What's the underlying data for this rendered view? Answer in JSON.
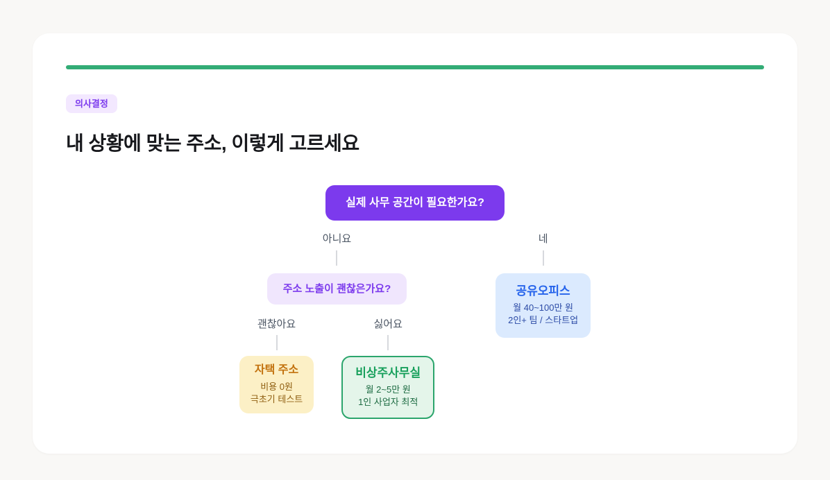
{
  "badge": {
    "label": "의사결정"
  },
  "heading": "내 상황에 맞는 주소, 이렇게 고르세요",
  "decision_tree": {
    "root_question": "실제 사무 공간이 필요한가요?",
    "no_branch": {
      "answer_label": "아니요",
      "question": "주소 노출이 괜찮은가요?",
      "ok_branch": {
        "answer_label": "괜찮아요",
        "result": {
          "title": "자택 주소",
          "detail1": "비용 0원",
          "detail2": "극초기 테스트"
        }
      },
      "dislike_branch": {
        "answer_label": "싫어요",
        "result": {
          "title": "비상주사무실",
          "detail1": "월 2~5만 원",
          "detail2": "1인 사업자 최적"
        }
      }
    },
    "yes_branch": {
      "answer_label": "네",
      "result": {
        "title": "공유오피스",
        "detail1": "월 40~100만 원",
        "detail2": "2인+ 팀 / 스타트업"
      }
    }
  },
  "colors": {
    "page_background": "#f9f8f6",
    "card_background": "#ffffff",
    "accent_bar": "#33ac76",
    "badge_bg": "#f3e8ff",
    "badge_text": "#7c3aed",
    "root_node_bg": "#7c3aed",
    "root_node_text": "#ffffff",
    "question_node_bg": "#f0e6fd",
    "question_node_text": "#7c3aed",
    "answer_label_text": "#4b5563",
    "connector_line": "#d7d9dd",
    "shared_office_bg": "#dbeafe",
    "shared_office_title": "#2563eb",
    "home_address_bg": "#fcf0c6",
    "home_address_title": "#c2710d",
    "virtual_office_bg": "#e4f5ea",
    "virtual_office_border": "#2ba56c",
    "virtual_office_title": "#18a05c"
  }
}
